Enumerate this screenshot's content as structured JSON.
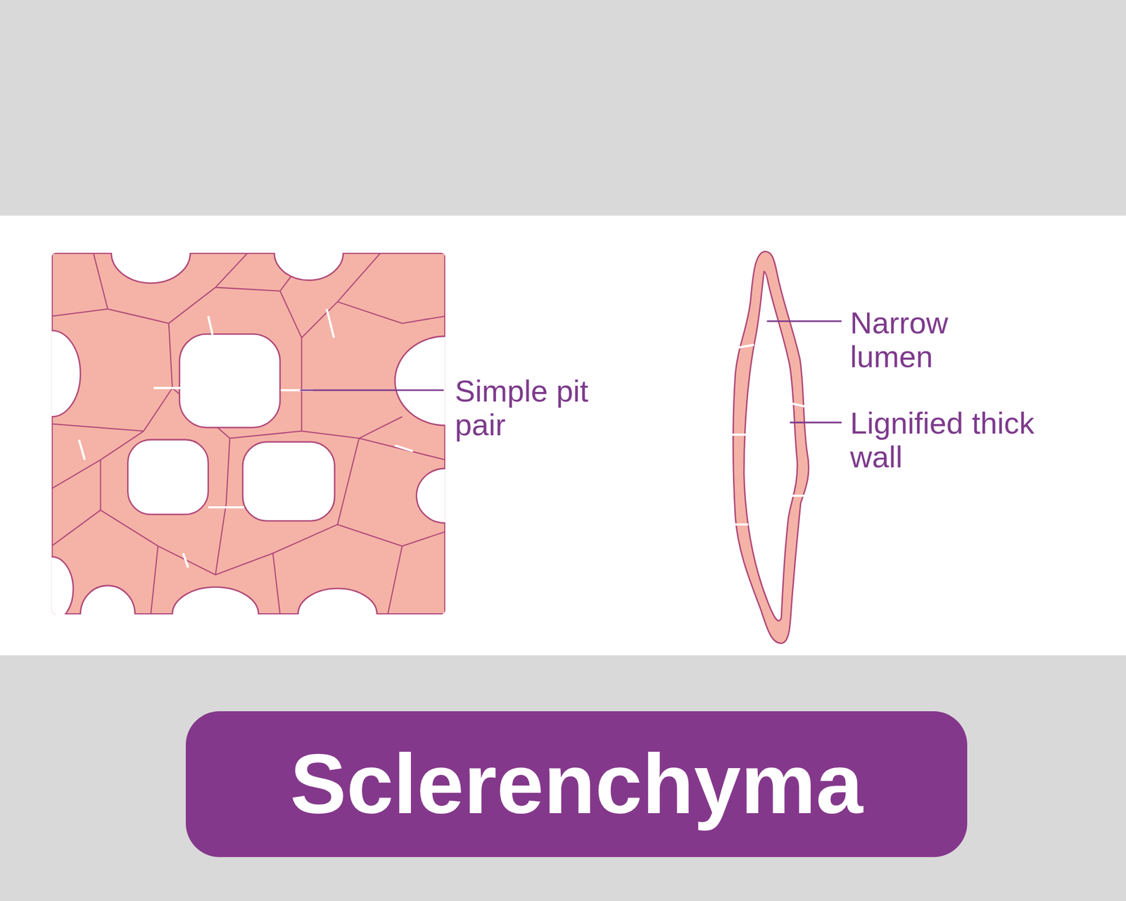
{
  "diagram": {
    "title": "Sclerenchyma",
    "labels": [
      "Simple pit pair",
      "Narrow lumen",
      "Lignified thick wall"
    ]
  }
}
